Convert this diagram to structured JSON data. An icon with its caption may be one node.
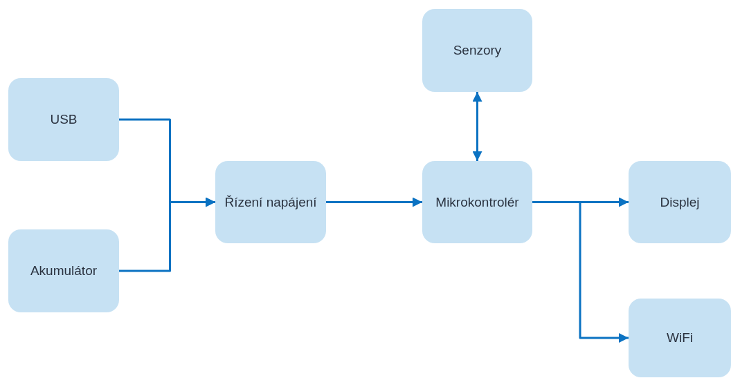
{
  "diagram": {
    "nodes": [
      {
        "text": [
          "USB"
        ]
      },
      {
        "text": [
          "Akumulátor"
        ]
      },
      {
        "text": [
          "Řízení napájení"
        ]
      },
      {
        "text": [
          "Senzory"
        ]
      },
      {
        "text": [
          "Mikrokontrolér"
        ]
      },
      {
        "text": [
          "Displej"
        ]
      },
      {
        "text": [
          "WiFi"
        ]
      }
    ],
    "edges": [
      {
        "from": 0,
        "to": 2,
        "arrow": "to"
      },
      {
        "from": 1,
        "to": 2,
        "arrow": "to"
      },
      {
        "from": 2,
        "to": 4,
        "arrow": "to"
      },
      {
        "from": 4,
        "to": 3,
        "arrow": "both"
      },
      {
        "from": 4,
        "to": 5,
        "arrow": "to"
      },
      {
        "from": 4,
        "to": 6,
        "arrow": "to"
      }
    ]
  }
}
